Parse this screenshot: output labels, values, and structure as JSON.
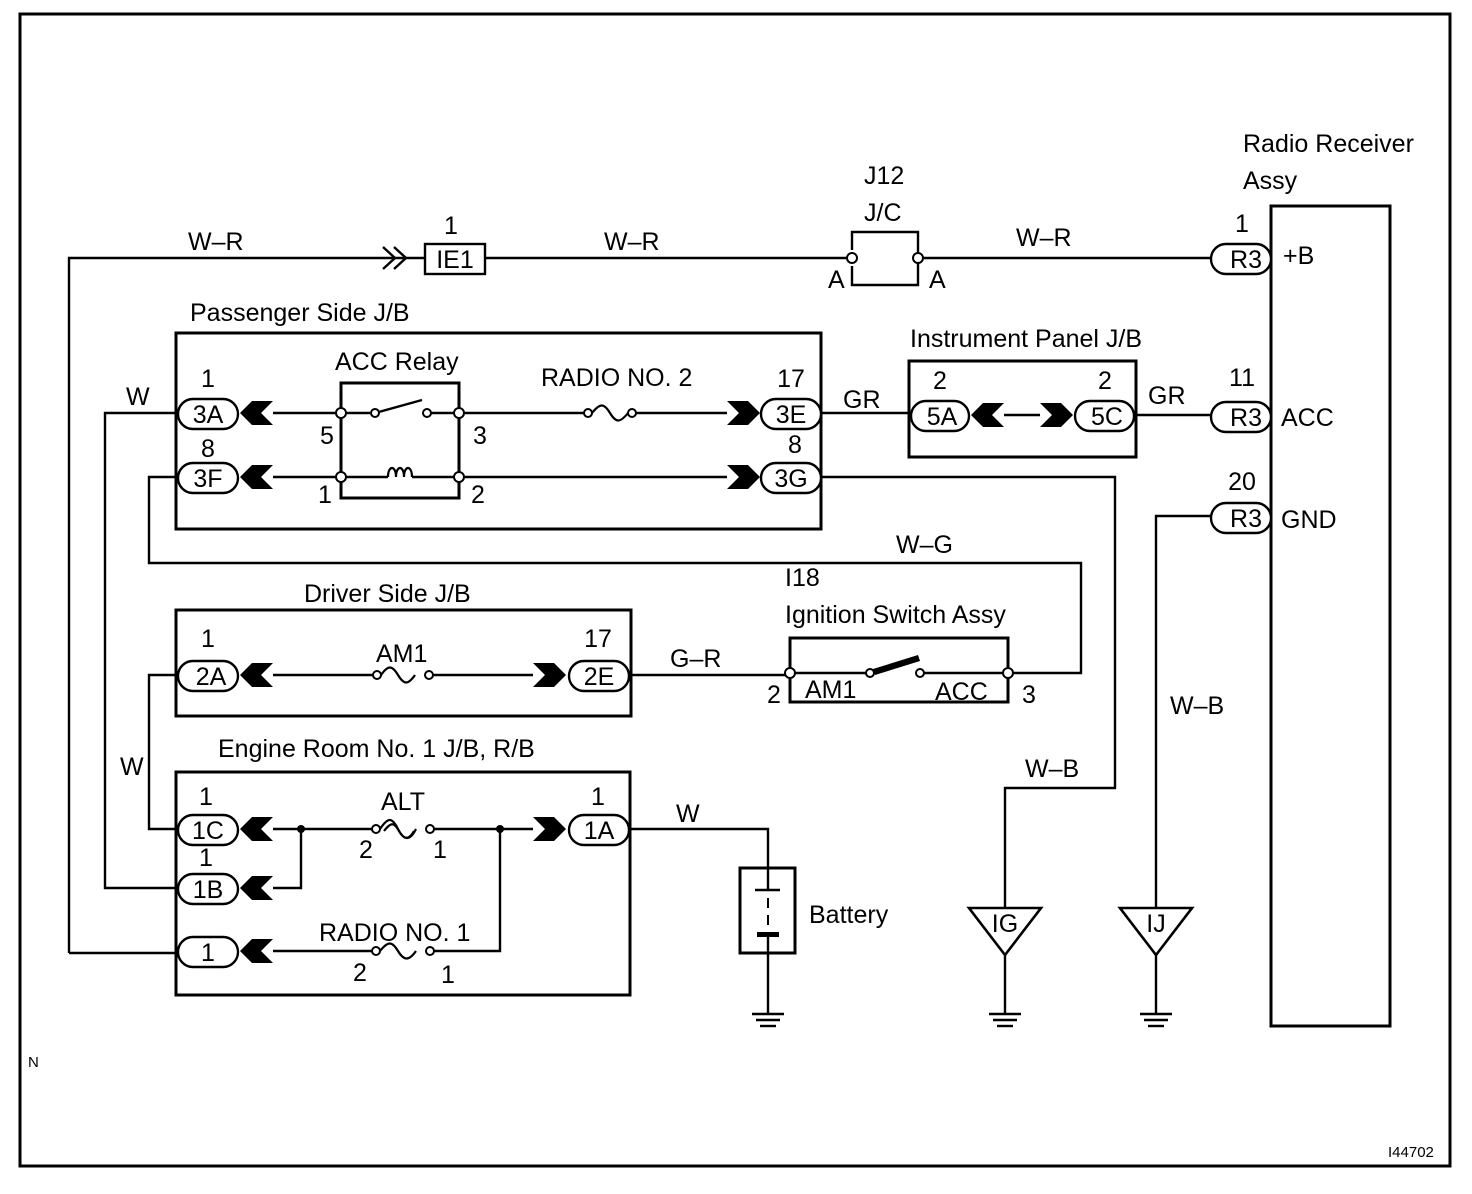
{
  "figure_code": "I44702",
  "corner_mark": "N",
  "radio": {
    "title_line1": "Radio Receiver",
    "title_line2": "Assy",
    "pin_b": "+B",
    "pin_acc": "ACC",
    "pin_gnd": "GND"
  },
  "connectors": {
    "r3": "R3",
    "r3_b_pin": "1",
    "r3_acc_pin": "11",
    "r3_gnd_pin": "20",
    "ie1": "IE1",
    "ie1_pin": "1"
  },
  "jc": {
    "id": "J12",
    "name": "J/C",
    "left": "A",
    "right": "A"
  },
  "wires": {
    "wr_a": "W–R",
    "wr_b": "W–R",
    "wr_c": "W–R",
    "w_upper": "W",
    "w_lower": "W",
    "w_battery": "W",
    "gr_a": "GR",
    "gr_b": "GR",
    "wg": "W–G",
    "gr2": "G–R",
    "wb_a": "W–B",
    "wb_b": "W–B"
  },
  "passenger_jb": {
    "title": "Passenger Side J/B",
    "c3a": "3A",
    "c3a_pin": "1",
    "c3f": "3F",
    "c3f_pin": "8",
    "c3e": "3E",
    "c3e_pin": "17",
    "c3g": "3G",
    "c3g_pin": "8",
    "relay": "ACC Relay",
    "t5": "5",
    "t3": "3",
    "t1": "1",
    "t2": "2",
    "fuse": "RADIO NO. 2"
  },
  "ip_jb": {
    "title": "Instrument Panel J/B",
    "c5a": "5A",
    "c5a_pin": "2",
    "c5c": "5C",
    "c5c_pin": "2"
  },
  "driver_jb": {
    "title": "Driver Side J/B",
    "c2a": "2A",
    "c2a_pin": "1",
    "c2e": "2E",
    "c2e_pin": "17",
    "fuse": "AM1"
  },
  "ignition": {
    "id": "I18",
    "title": "Ignition Switch Assy",
    "am1": "AM1",
    "acc": "ACC",
    "t2": "2",
    "t3": "3"
  },
  "engine_jb": {
    "title": "Engine Room No. 1 J/B, R/B",
    "c1c": "1C",
    "c1c_pin": "1",
    "c1b": "1B",
    "c1b_pin": "1",
    "c1": "1",
    "c1a": "1A",
    "c1a_pin": "1",
    "alt": "ALT",
    "alt_t2": "2",
    "alt_t1": "1",
    "radio1": "RADIO NO. 1",
    "r1_t2": "2",
    "r1_t1": "1"
  },
  "battery": "Battery",
  "grounds": {
    "ig": "IG",
    "ij": "IJ"
  }
}
